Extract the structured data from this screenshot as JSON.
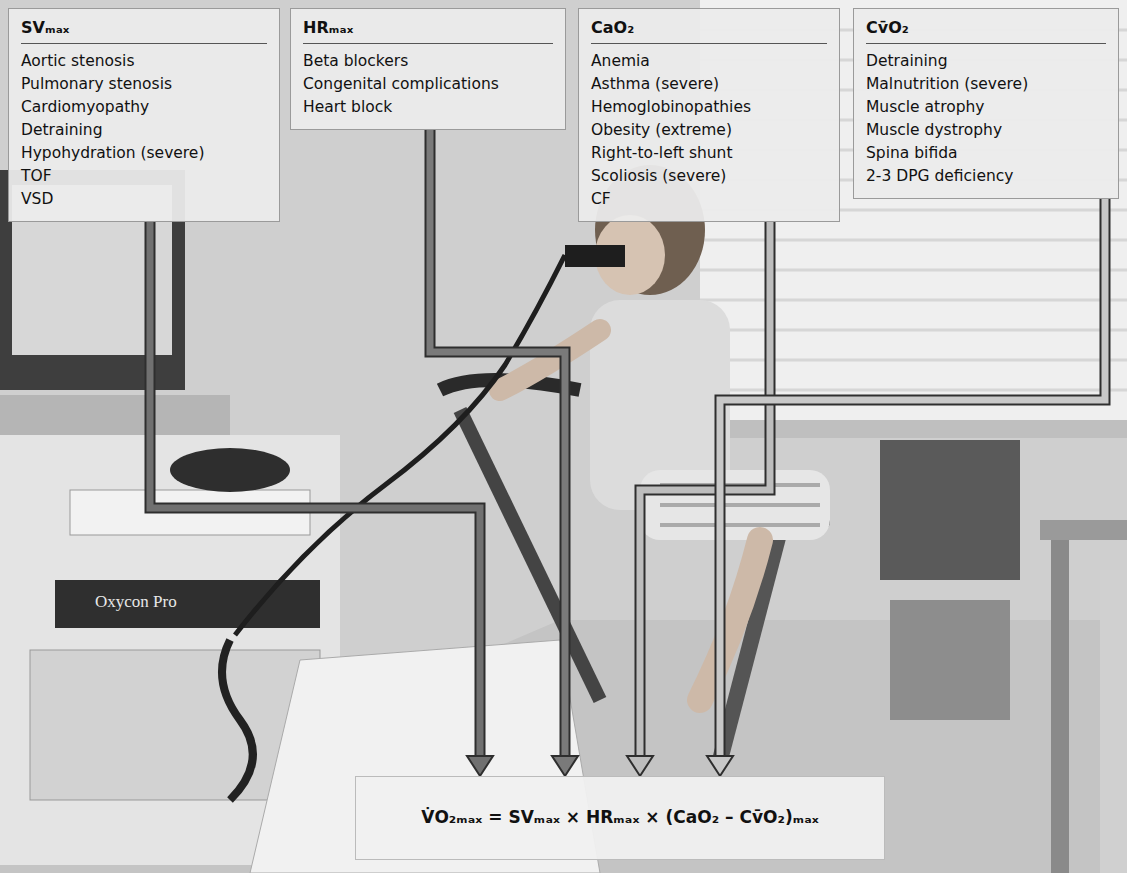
{
  "diagram": {
    "nodes": [
      {
        "text": [
          "SVₘₐₓ",
          "Aortic stenosis",
          "Pulmonary stenosis",
          "Cardiomyopathy",
          "Detraining",
          "Hypohydration (severe)",
          "TOF",
          "VSD"
        ]
      },
      {
        "text": [
          "HRₘₐₓ",
          "Beta blockers",
          "Congenital complications",
          "Heart block"
        ]
      },
      {
        "text": [
          "CaO₂",
          "Anemia",
          "Asthma (severe)",
          "Hemoglobinopathies",
          "Obesity (extreme)",
          "Right-to-left shunt",
          "Scoliosis (severe)",
          "CF"
        ]
      },
      {
        "text": [
          "Cv̄O₂",
          "Detraining",
          "Malnutrition (severe)",
          "Muscle atrophy",
          "Muscle dystrophy",
          "Spina bifida",
          "2-3 DPG deficiency"
        ]
      },
      {
        "text": [
          "V̇O₂ₘₐₓ = SVₘₐₓ × HRₘₐₓ × (CaO₂ – Cv̄O₂)ₘₐₓ"
        ]
      }
    ],
    "edges": [
      {
        "from": 0,
        "to": 4,
        "arrow": "to"
      },
      {
        "from": 1,
        "to": 4,
        "arrow": "to"
      },
      {
        "from": 2,
        "to": 4,
        "arrow": "to"
      },
      {
        "from": 3,
        "to": 4,
        "arrow": "to"
      }
    ],
    "labels": [
      "Oxycon Pro"
    ]
  }
}
